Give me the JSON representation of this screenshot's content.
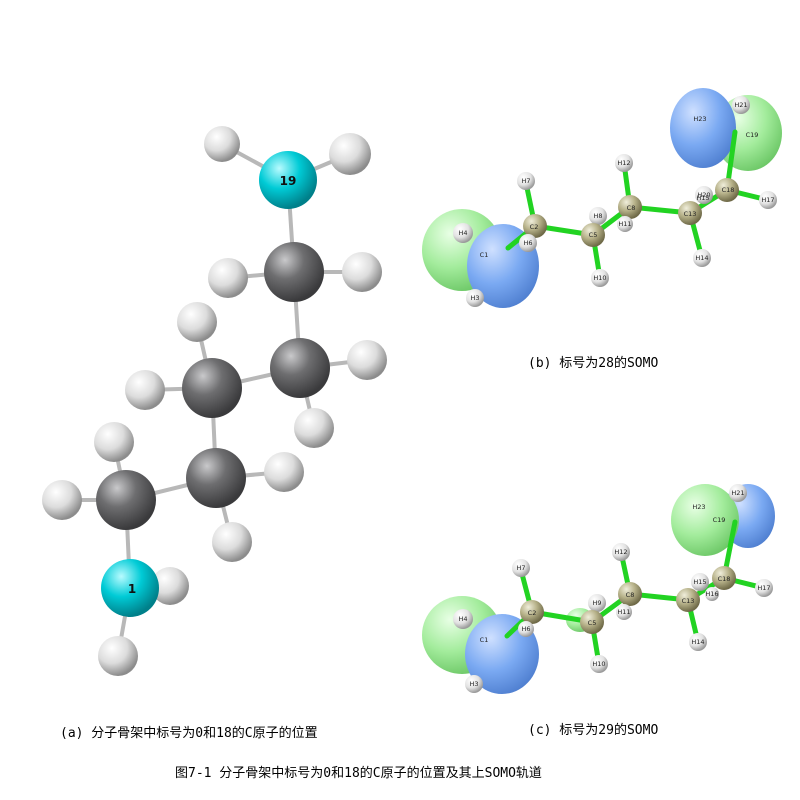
{
  "figure": {
    "caption": "图7-1 分子骨架中标号为0和18的C原子的位置及其上SOMO轨道",
    "panel_a": {
      "caption": "(a) 分子骨架中标号为0和18的C原子的位置",
      "labels": {
        "n_top": "19",
        "n_bottom": "1"
      }
    },
    "panel_b": {
      "caption": "(b) 标号为28的SOMO",
      "atoms": [
        "H7",
        "C2",
        "H4",
        "C1",
        "H6",
        "H3",
        "H8",
        "C5",
        "H10",
        "H12",
        "C8",
        "H11",
        "C13",
        "H14",
        "H20",
        "C18",
        "H17",
        "H23",
        "H21",
        "C19",
        "H15"
      ]
    },
    "panel_c": {
      "caption": "(c) 标号为29的SOMO",
      "atoms": [
        "H7",
        "C2",
        "H4",
        "C1",
        "H6",
        "H3",
        "H9",
        "C5",
        "H10",
        "H12",
        "C8",
        "H11",
        "C13",
        "H14",
        "H15",
        "C18",
        "H16",
        "H17",
        "H23",
        "H21",
        "C19"
      ]
    }
  },
  "colors": {
    "carbon_a": "#6e6e70",
    "hydrogen": "#e6e6e6",
    "nitrogen": "#00cbd6",
    "carbon_bc": "#b7b28a",
    "bond_green": "#22d322",
    "lobe_blue": "#7aa9f2",
    "lobe_green": "#a3ec9c"
  }
}
